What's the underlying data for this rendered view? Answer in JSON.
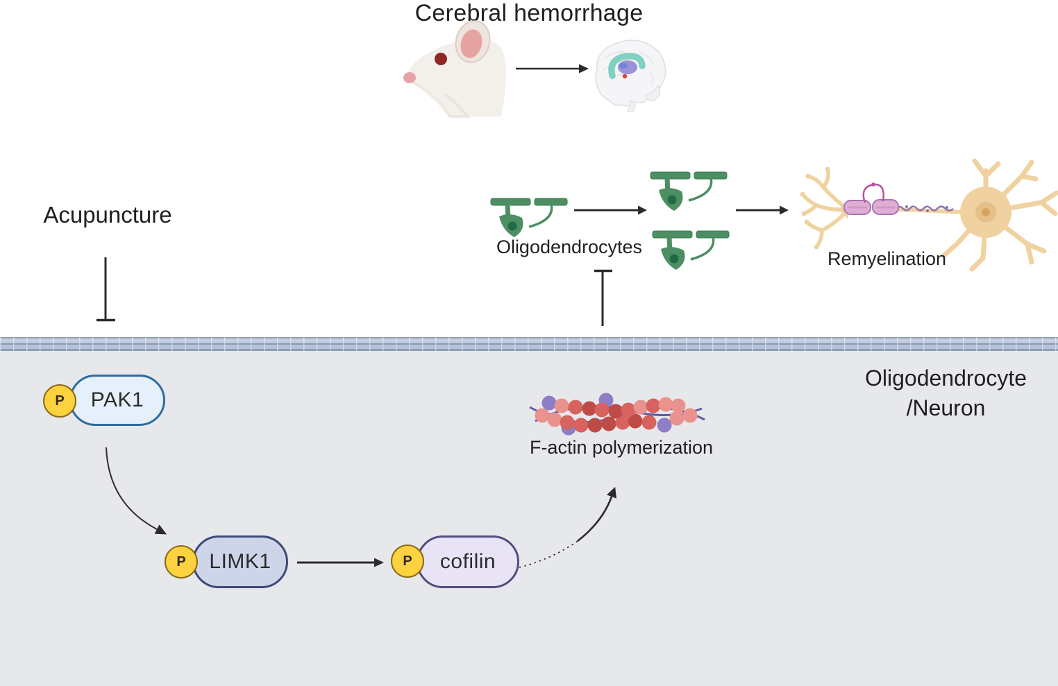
{
  "title": "Cerebral hemorrhage",
  "extracellular": {
    "acupuncture": "Acupuncture",
    "oligodendrocytes": "Oligodendrocytes",
    "remyelination": "Remyelination"
  },
  "intracellular": {
    "compartment_line1": "Oligodendrocyte",
    "compartment_line2": "/Neuron",
    "factin": "F-actin polymerization"
  },
  "pathway": {
    "badge": "P",
    "nodes": [
      {
        "id": "pak1",
        "label": "PAK1",
        "fill": "#e6f0fa",
        "border": "#2e6b9e"
      },
      {
        "id": "limk1",
        "label": "LIMK1",
        "fill": "#ced5e9",
        "border": "#3d4a76"
      },
      {
        "id": "cofilin",
        "label": "cofilin",
        "fill": "#e8e3f5",
        "border": "#534d7e"
      }
    ]
  },
  "icons": {
    "mouse": "rat-head-illustration",
    "brain": "brain-with-hemorrhage-illustration",
    "oligodendrocyte": "green-oligodendrocyte-cell",
    "neuron": "myelinated-neuron-illustration",
    "factin": "actin-filament-beads",
    "inhibition": "t-bar-inhibitor",
    "activation": "arrow"
  },
  "colors": {
    "cell_bg": "#e7e8ec",
    "membrane_light": "#c4cfe3",
    "membrane_dark": "#8e9db6",
    "badge_fill": "#fcd23f",
    "badge_border": "#8a6a15",
    "arrow": "#2b2b2b",
    "oligo_green": "#4d8f63",
    "oligo_green_dark": "#206b46",
    "neuron_tan": "#f0d2a0",
    "neuron_tan_dark": "#e2b97c",
    "myelin_pink": "#dfaed3",
    "myelin_purple": "#a873b5",
    "actin_red_light": "#ea928e",
    "actin_red": "#d7625e",
    "actin_red_dark": "#bf4a46",
    "actin_purple": "#8d7ec5",
    "strand_purple": "#655aa3",
    "mouse_body": "#f3efeb",
    "mouse_ear": "#e5a3a2",
    "mouse_eye": "#8f2621",
    "brain_teal": "#74cdbb",
    "brain_purple": "#8a7fd0"
  }
}
